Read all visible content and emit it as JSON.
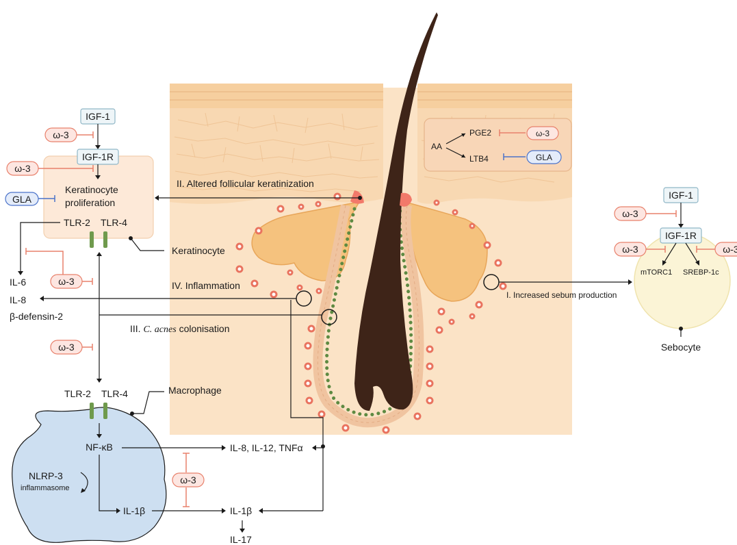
{
  "labels": {
    "igf1_left": "IGF-1",
    "igf1r_left": "IGF-1R",
    "omega3": "ω-3",
    "gla": "GLA",
    "keratinocyte_prolif_1": "Keratinocyte",
    "keratinocyte_prolif_2": "proliferation",
    "tlr2": "TLR-2",
    "tlr4": "TLR-4",
    "keratinocyte": "Keratinocyte",
    "il6": "IL-6",
    "il8": "IL-8",
    "bdefensin": "β-defensin-2",
    "macrophage": "Macrophage",
    "nfkb": "NF-κB",
    "nlrp3_1": "NLRP-3",
    "nlrp3_2": "inflammasome",
    "il1b": "IL-1β",
    "il8_12_tnfa": "IL-8, IL-12, TNFα",
    "il17": "IL-17",
    "altered_keratinization": "II. Altered follicular keratinization",
    "inflammation": "IV. Inflammation",
    "colonisation_prefix": "III.",
    "colonisation_species": "C. acnes",
    "colonisation_suffix": "colonisation",
    "increased_sebum": "I. Increased sebum production",
    "aa": "AA",
    "pge2": "PGE2",
    "ltb4": "LTB4",
    "igf1_right": "IGF-1",
    "igf1r_right": "IGF-1R",
    "mtorc1": "mTORC1",
    "srebp": "SREBP-1c",
    "sebocyte": "Sebocyte"
  },
  "colors": {
    "skin": "#fbe3c6",
    "skin_top": "#f6cf9f",
    "hair": "#3e2418",
    "gland": "#f5c27e",
    "omega3_pill": "#fde6e1",
    "gla_pill": "#e4ecfa",
    "macrophage": "#cddff1",
    "sebocyte": "#fbf4d6",
    "tlr": "#6f9a4d",
    "bacteria": "#5e8a42",
    "inflammatory_cell": "#e9735f"
  }
}
